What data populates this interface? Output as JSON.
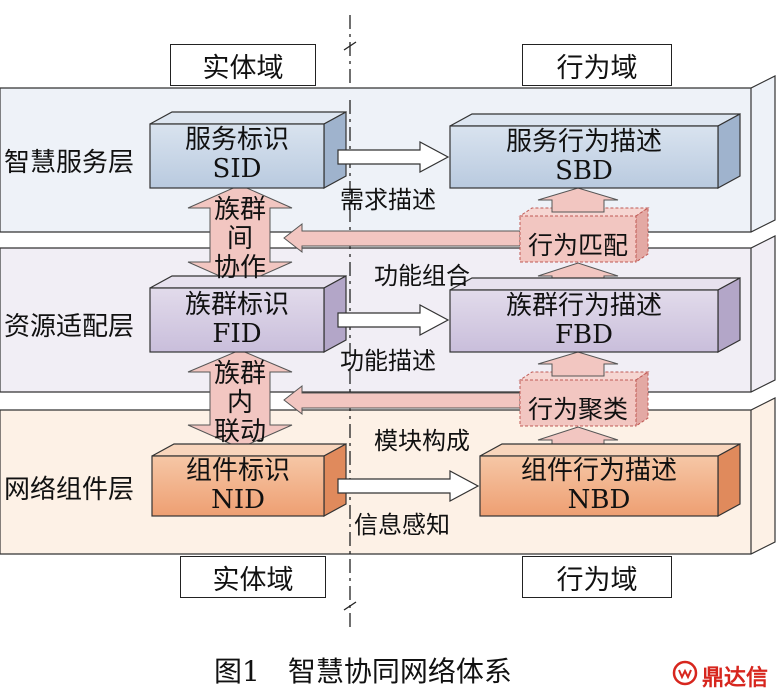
{
  "domains": {
    "entity_top": "实体域",
    "behavior_top": "行为域",
    "entity_bottom": "实体域",
    "behavior_bottom": "行为域"
  },
  "layers": {
    "service": {
      "name": "智慧服务层",
      "id_box": {
        "line1": "服务标识",
        "line2": "SID"
      },
      "desc_box": {
        "line1": "服务行为描述",
        "line2": "SBD"
      },
      "arrow_label": "需求描述"
    },
    "resource": {
      "name": "资源适配层",
      "id_box": {
        "line1": "族群标识",
        "line2": "FID"
      },
      "desc_box": {
        "line1": "族群行为描述",
        "line2": "FBD"
      },
      "arrow_label": "功能描述"
    },
    "network": {
      "name": "网络组件层",
      "id_box": {
        "line1": "组件标识",
        "line2": "NID"
      },
      "desc_box": {
        "line1": "组件行为描述",
        "line2": "NBD"
      },
      "arrow_label": "信息感知"
    }
  },
  "connectors": {
    "upper_vertical": {
      "line1": "族群",
      "line2": "间",
      "line3": "协作"
    },
    "lower_vertical": {
      "line1": "族群",
      "line2": "内",
      "line3": "联动"
    },
    "upper_match": "行为匹配",
    "lower_cluster": "行为聚类",
    "upper_compose": "功能组合",
    "lower_compose": "模块构成"
  },
  "caption": "图1　智慧协同网络体系",
  "brand": "鼎达信",
  "colors": {
    "service_panel": "#eef2f8",
    "resource_panel": "#f1eef5",
    "network_panel": "#fdf1e6",
    "service_box": "#c7d5e6",
    "resource_box": "#d6cde2",
    "network_box": "#f2b48e",
    "pink": "#f2c6c1",
    "pink_dark": "#e3a9a4"
  }
}
